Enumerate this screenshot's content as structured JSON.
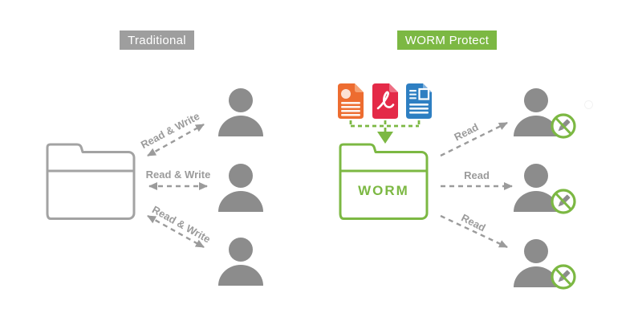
{
  "left_panel": {
    "title": "Traditional",
    "arrow_labels": [
      "Read & Write",
      "Read & Write",
      "Read & Write"
    ],
    "users": 3
  },
  "right_panel": {
    "title": "WORM Protect",
    "folder_label": "WORM",
    "arrow_labels": [
      "Read",
      "Read",
      "Read"
    ],
    "users": 3,
    "documents": [
      {
        "icon": "presentation-file-icon",
        "color": "#ed6c30"
      },
      {
        "icon": "pdf-file-icon",
        "color": "#e42a48"
      },
      {
        "icon": "doc-file-icon",
        "color": "#2e7fc2"
      }
    ],
    "user_badge": "no-write-pencil-badge"
  },
  "colors": {
    "traditional_badge_bg": "#9e9e9e",
    "worm_badge_bg": "#7cb843",
    "accent_green": "#7cb843",
    "person_gray": "#8c8c8c",
    "arrow_gray": "#9b9b9b",
    "folder_gray": "#a3a3a3"
  }
}
